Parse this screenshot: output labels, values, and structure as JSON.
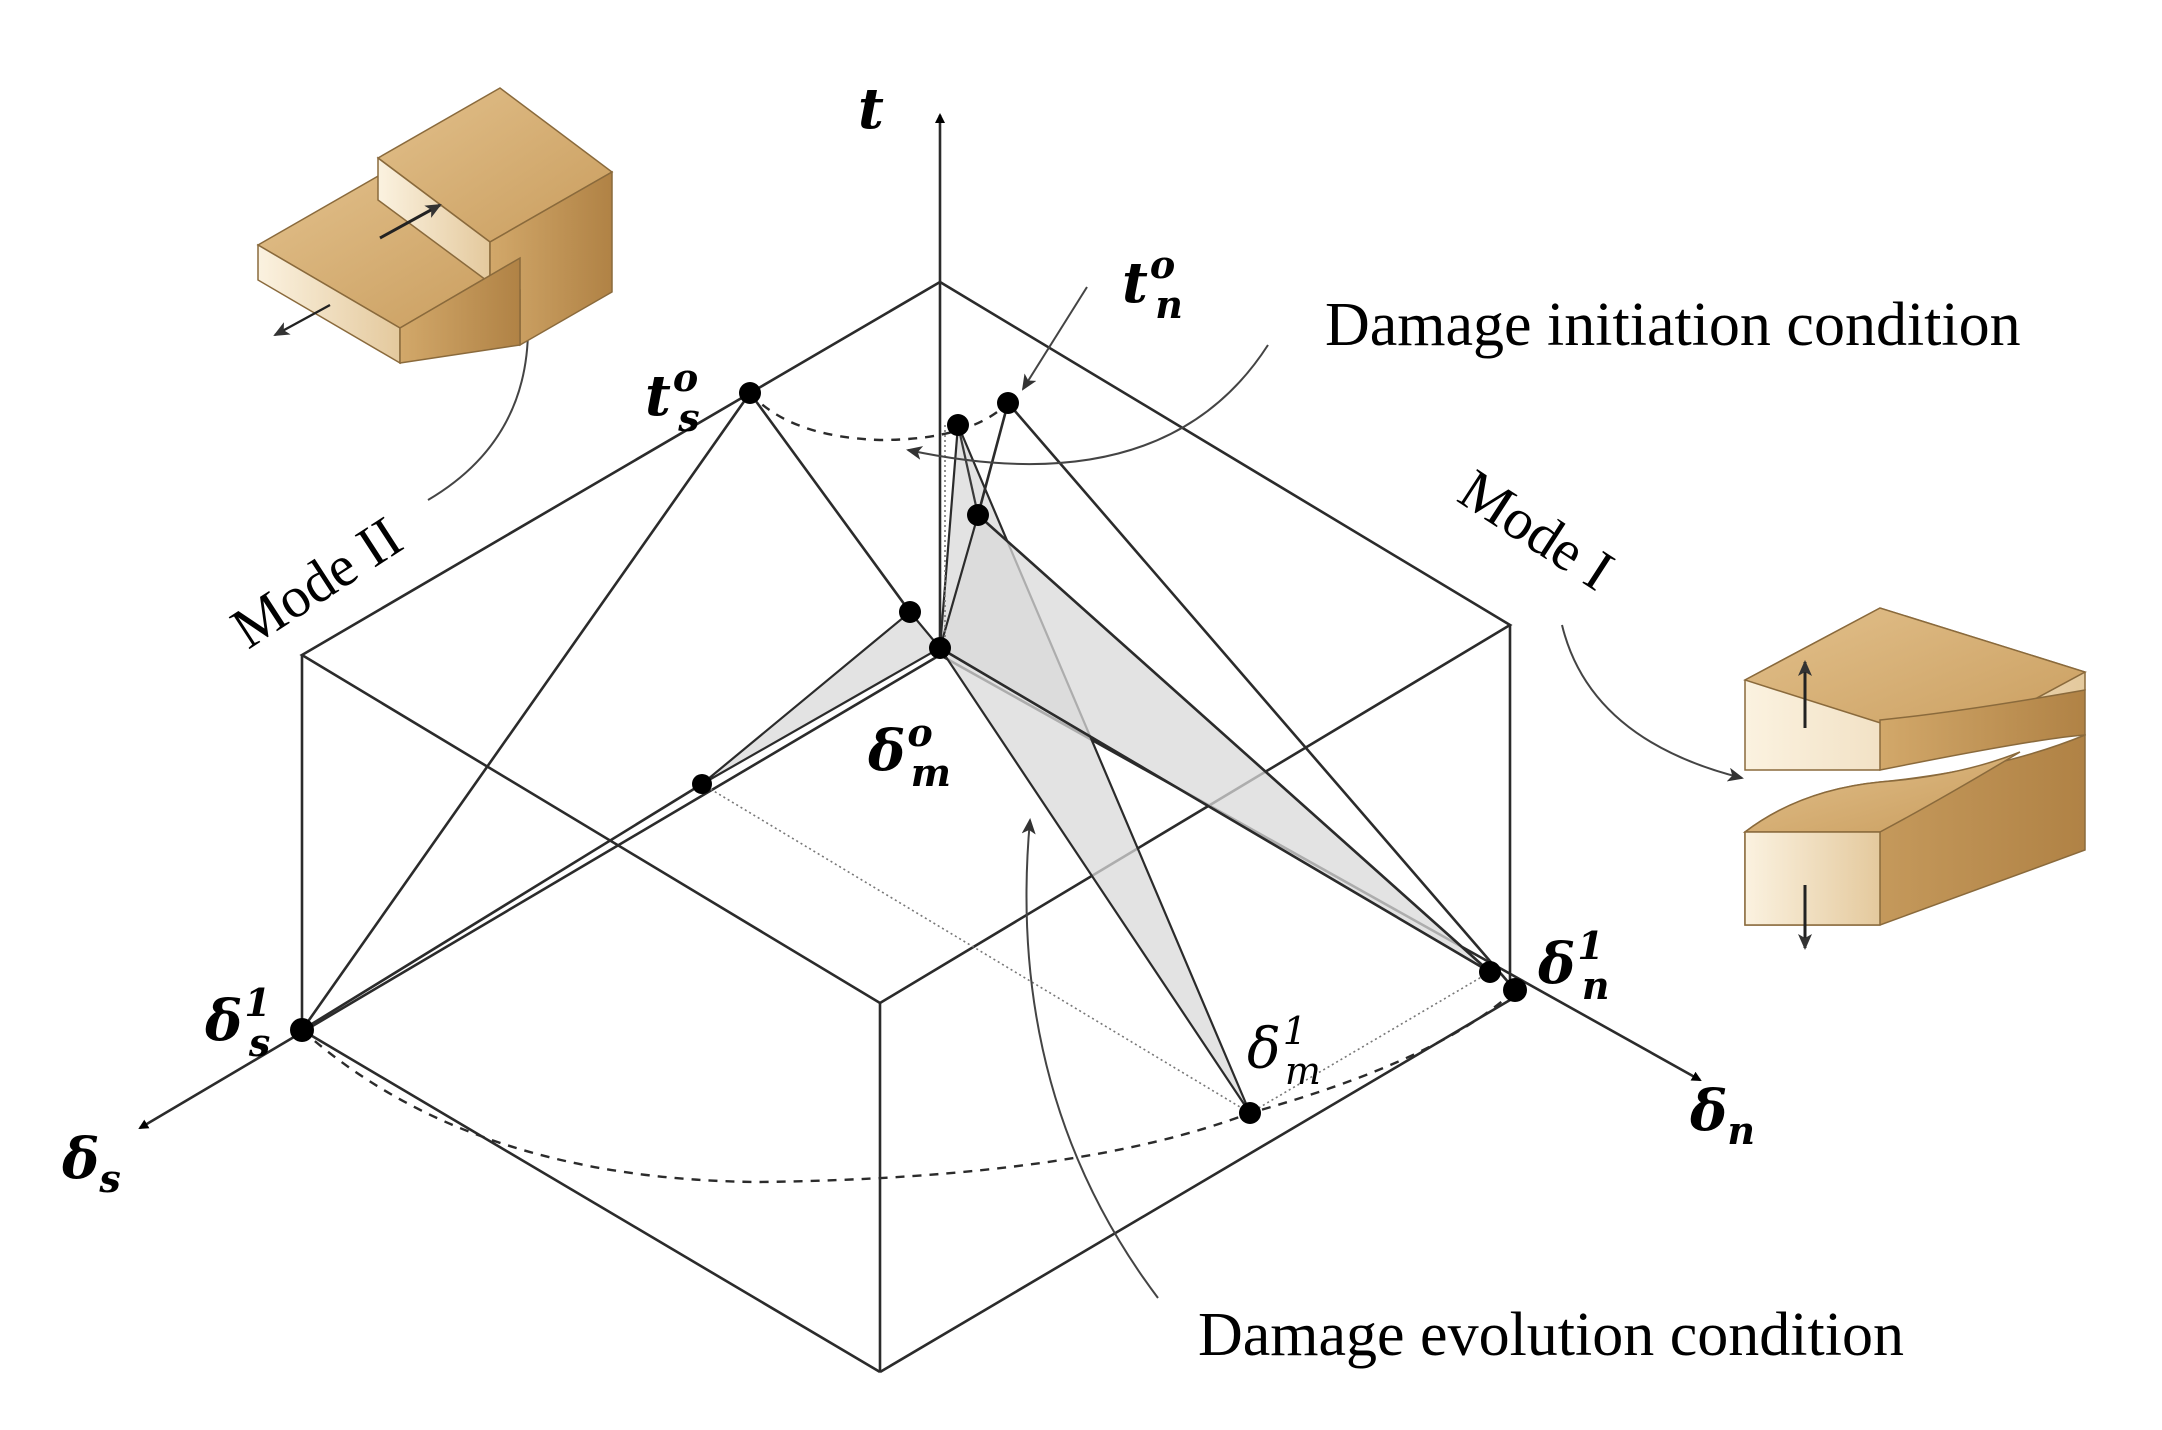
{
  "axes": {
    "t": "t",
    "delta_s": "δs",
    "delta_n": "δn"
  },
  "points": {
    "t_s_o": {
      "base": "t",
      "sub": "s",
      "sup": "o"
    },
    "t_n_o": {
      "base": "t",
      "sub": "n",
      "sup": "o"
    },
    "delta_m_o": {
      "base": "δ",
      "sub": "m",
      "sup": "o"
    },
    "delta_s_1": {
      "base": "δ",
      "sub": "s",
      "sup": "1"
    },
    "delta_n_1": {
      "base": "δ",
      "sub": "n",
      "sup": "1"
    },
    "delta_m_1": {
      "base": "δ",
      "sub": "m",
      "sup": "1"
    }
  },
  "labels": {
    "mode_ii": "Mode II",
    "mode_i": "Mode I",
    "damage_initiation": "Damage  initiation  condition",
    "damage_evolution": "Damage  evolution  condition"
  },
  "colors": {
    "wood_light": "#f3e3c4",
    "wood_mid": "#d9b47c",
    "wood_dark": "#b88d52",
    "face_fill": "#d9d9d9"
  },
  "icons": {
    "mode_ii_specimen": "shear-specimen-icon",
    "mode_i_specimen": "opening-specimen-icon"
  }
}
